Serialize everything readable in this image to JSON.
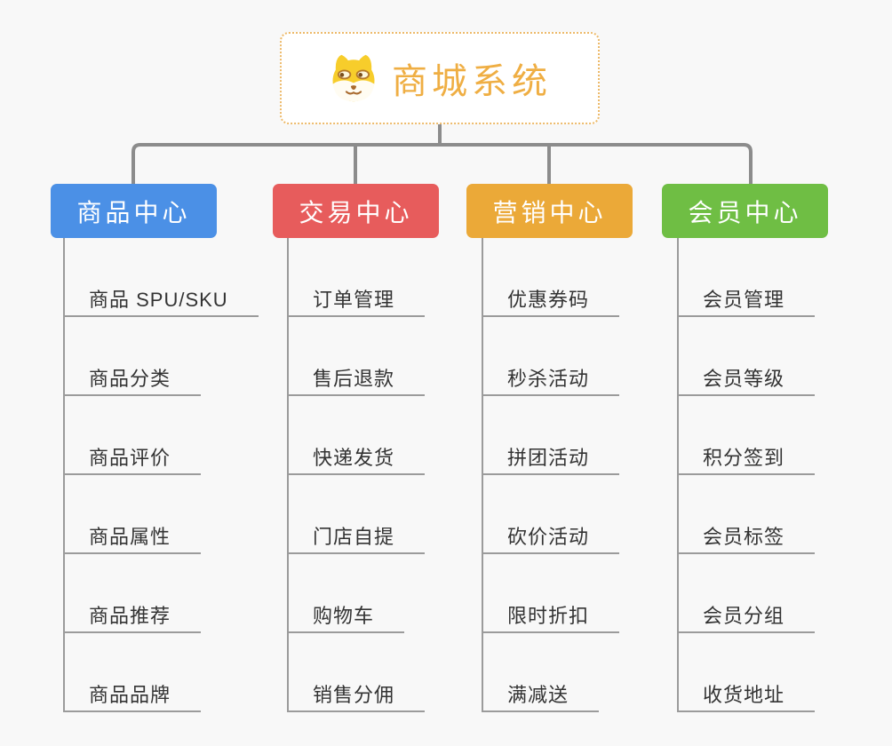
{
  "root": {
    "title": "商城系统",
    "icon": "shiba-dog-icon"
  },
  "branches": [
    {
      "label": "商品中心",
      "color": "#4B90E6",
      "children": [
        "商品 SPU/SKU",
        "商品分类",
        "商品评价",
        "商品属性",
        "商品推荐",
        "商品品牌"
      ]
    },
    {
      "label": "交易中心",
      "color": "#E75C5C",
      "children": [
        "订单管理",
        "售后退款",
        "快递发货",
        "门店自提",
        "购物车",
        "销售分佣"
      ]
    },
    {
      "label": "营销中心",
      "color": "#EBA938",
      "children": [
        "优惠券码",
        "秒杀活动",
        "拼团活动",
        "砍价活动",
        "限时折扣",
        "满减送"
      ]
    },
    {
      "label": "会员中心",
      "color": "#6FBE44",
      "children": [
        "会员管理",
        "会员等级",
        "积分签到",
        "会员标签",
        "会员分组",
        "收货地址"
      ]
    }
  ],
  "colors": {
    "canvas_bg": "#F8F8F8",
    "root_border": "#EDBA6A",
    "root_title_text": "#EFAE43",
    "connector": "#8C8C8C",
    "child_line": "#9B9B9B",
    "child_text": "#333333",
    "branch_text": "#FFFFFF"
  }
}
